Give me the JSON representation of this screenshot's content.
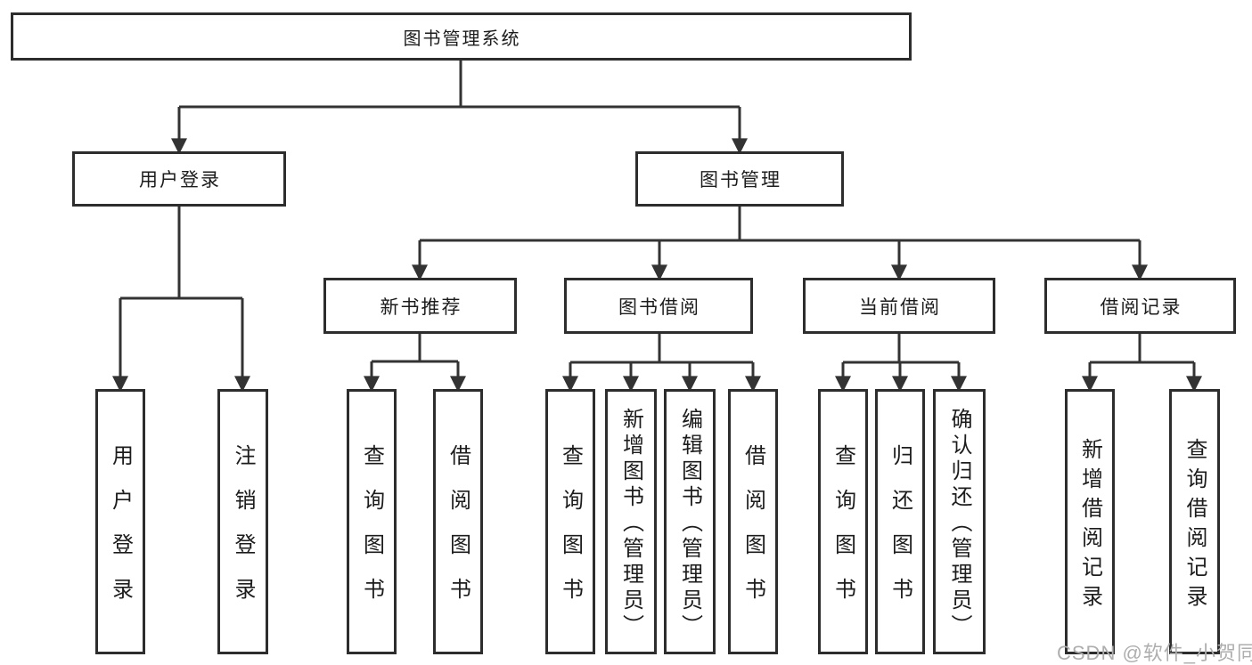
{
  "title": "图书管理系统",
  "nodes": {
    "root": "图书管理系统",
    "level2": [
      "用户登录",
      "图书管理"
    ],
    "level3": [
      "新书推荐",
      "图书借阅",
      "当前借阅",
      "借阅记录"
    ],
    "login_children": [
      "用户登录",
      "注销登录"
    ],
    "new_rec_children": [
      "查询图书",
      "借阅图书"
    ],
    "borrow_children": [
      "查询图书",
      "新增图书（管理员）",
      "编辑图书（管理员）",
      "借阅图书"
    ],
    "current_children": [
      "查询图书",
      "归还图书",
      "确认归还（管理员）"
    ],
    "records_children": [
      "新增借阅记录",
      "查询借阅记录"
    ]
  },
  "watermark": "CSDN @软件_小贺同学",
  "colors": {
    "line": "#333333",
    "box_border": "#2d2d2d",
    "text": "#1c1c1c",
    "background": "#ffffff",
    "watermark": "#aeaeae"
  }
}
